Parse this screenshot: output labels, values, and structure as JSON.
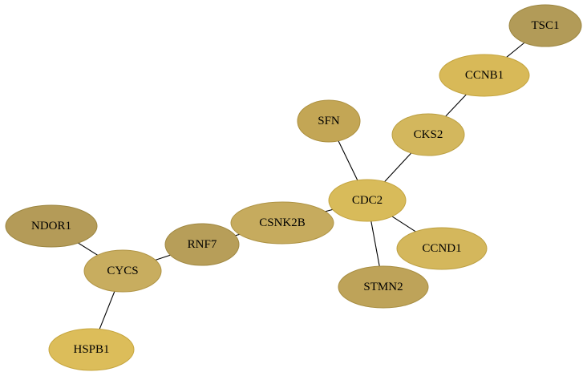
{
  "nodes": [
    {
      "id": "TSC1",
      "label": "TSC1",
      "fill": "#b29b58",
      "stroke": "#9c8641"
    },
    {
      "id": "CCNB1",
      "label": "CCNB1",
      "fill": "#d8b958",
      "stroke": "#c4a43e"
    },
    {
      "id": "SFN",
      "label": "SFN",
      "fill": "#c3a655",
      "stroke": "#ac8f3e"
    },
    {
      "id": "CKS2",
      "label": "CKS2",
      "fill": "#d3b75d",
      "stroke": "#bca043"
    },
    {
      "id": "CDC2",
      "label": "CDC2",
      "fill": "#d8bb5a",
      "stroke": "#c4a43f"
    },
    {
      "id": "CSNK2B",
      "label": "CSNK2B",
      "fill": "#c6ab5e",
      "stroke": "#ae9344"
    },
    {
      "id": "NDOR1",
      "label": "NDOR1",
      "fill": "#b49b58",
      "stroke": "#9c8641"
    },
    {
      "id": "RNF7",
      "label": "RNF7",
      "fill": "#b79e59",
      "stroke": "#a08842"
    },
    {
      "id": "CCND1",
      "label": "CCND1",
      "fill": "#d4b75c",
      "stroke": "#bda043"
    },
    {
      "id": "CYCS",
      "label": "CYCS",
      "fill": "#c8ad5f",
      "stroke": "#b09444"
    },
    {
      "id": "STMN2",
      "label": "STMN2",
      "fill": "#bea359",
      "stroke": "#a78d41"
    },
    {
      "id": "HSPB1",
      "label": "HSPB1",
      "fill": "#dcbd5a",
      "stroke": "#c6a63f"
    }
  ],
  "edges": [
    {
      "from": "TSC1",
      "to": "CCNB1"
    },
    {
      "from": "CCNB1",
      "to": "CKS2"
    },
    {
      "from": "CKS2",
      "to": "CDC2"
    },
    {
      "from": "SFN",
      "to": "CDC2"
    },
    {
      "from": "CDC2",
      "to": "CSNK2B"
    },
    {
      "from": "CDC2",
      "to": "CCND1"
    },
    {
      "from": "CDC2",
      "to": "STMN2"
    },
    {
      "from": "CSNK2B",
      "to": "RNF7"
    },
    {
      "from": "RNF7",
      "to": "CYCS"
    },
    {
      "from": "NDOR1",
      "to": "CYCS"
    },
    {
      "from": "CYCS",
      "to": "HSPB1"
    }
  ]
}
